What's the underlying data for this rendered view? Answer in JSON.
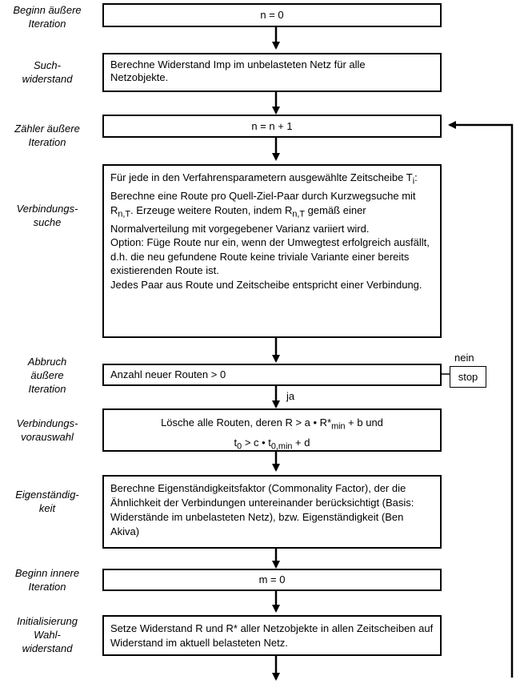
{
  "labels": {
    "outer_begin": "Beginn äußere\nIteration",
    "search_resistance": "Such-\nwiderstand",
    "outer_counter": "Zähler äußere\nIteration",
    "connection_search": "Verbindungs-\nsuche",
    "outer_abort": "Abbruch\näußere\nIteration",
    "preselection": "Verbindungs-\nvorauswahl",
    "independence": "Eigenständig-\nkeit",
    "inner_begin": "Beginn innere\nIteration",
    "init_resistance": "Initialisierung\nWahl-\nwiderstand"
  },
  "boxes": {
    "n0": "n = 0",
    "imp_line1": "Berechne Widerstand Imp im unbelasteten Netz für alle",
    "imp_line2": "Netzobjekte.",
    "n_inc": "n = n + 1",
    "search_p1": "Für jede in den Verfahrensparametern ausgewählte Zeitscheibe T",
    "search_p1_sub": "i",
    "search_p1_end": ":",
    "search_p2a": "Berechne eine Route pro Quell-Ziel-Paar durch Kurzwegsuche mit R",
    "search_p2_sub1": "n,T",
    "search_p2b": ". Erzeuge weitere Routen, indem R",
    "search_p2_sub2": "n,T",
    "search_p2c": " gemäß einer Normalverteilung mit vorgegebener Varianz variiert wird.",
    "search_p3": "Option: Füge Route nur ein, wenn der Umwegtest erfolgreich ausfällt, d.h. die neu gefundene Route keine triviale Variante einer bereits existierenden Route ist.",
    "search_p4": "Jedes Paar aus Route und Zeitscheibe entspricht einer Verbindung.",
    "abort_cond": "Anzahl neuer Routen > 0",
    "presel_1": "Lösche alle Routen, deren R > a • R*",
    "presel_1_sub": "min",
    "presel_1_end": " + b und",
    "presel_2": "t",
    "presel_2_sub": "0",
    "presel_2_mid": " > c • t",
    "presel_2_sub2": "0,min",
    "presel_2_end": " + d",
    "indep_text": "Berechne Eigenständigkeitsfaktor (Commonality Factor), der die Ähnlichkeit der Verbindungen untereinander berücksichtigt (Basis: Widerstände im unbelasteten Netz), bzw. Eigenständigkeit (Ben Akiva)",
    "m0": "m = 0",
    "init_text": "Setze Widerstand R und R* aller Netzobjekte in allen Zeitscheiben auf Widerstand im aktuell belasteten Netz."
  },
  "branches": {
    "no": "nein",
    "yes": "ja",
    "stop": "stop"
  }
}
